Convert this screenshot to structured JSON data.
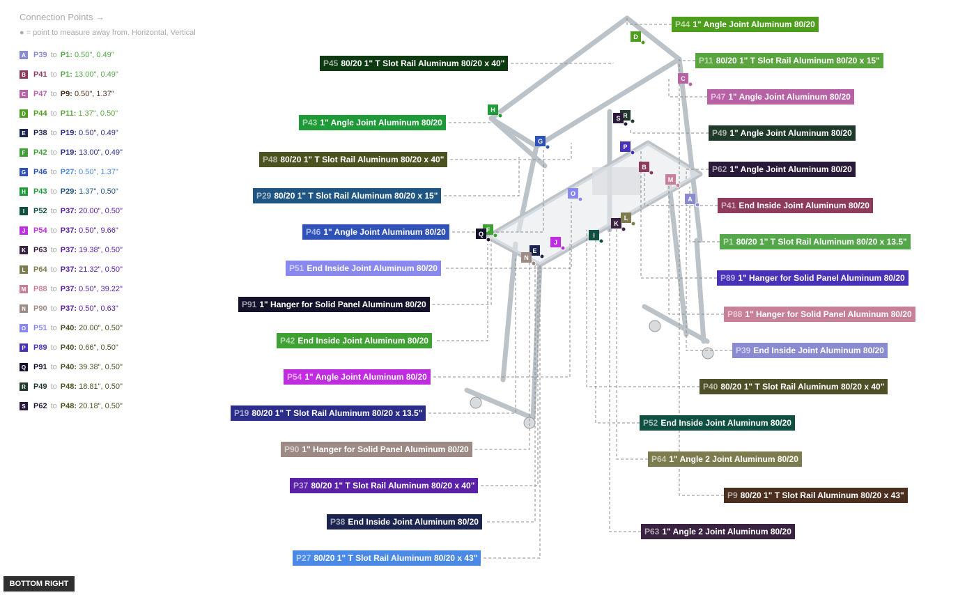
{
  "legend": {
    "title": "Connection Points →",
    "hint": "● = point to measure away from. Horizontal, Vertical",
    "rows": [
      {
        "letter": "A",
        "from": "P39",
        "to_word": "to",
        "target": "P1:",
        "value": "0.50\", 0.49\"",
        "color": "#8a8ad0",
        "target_color": "#55a84a"
      },
      {
        "letter": "B",
        "from": "P41",
        "to_word": "to",
        "target": "P1:",
        "value": "13.00\", 0.49\"",
        "color": "#8e3a5a",
        "target_color": "#55a84a"
      },
      {
        "letter": "C",
        "from": "P47",
        "to_word": "to",
        "target": "P9:",
        "value": "0.50\", 1.37\"",
        "color": "#b862a6",
        "target_color": "#4b2e1e"
      },
      {
        "letter": "D",
        "from": "P44",
        "to_word": "to",
        "target": "P11:",
        "value": "1.37\", 0.50\"",
        "color": "#4e9e1e",
        "target_color": "#5aa53f"
      },
      {
        "letter": "E",
        "from": "P38",
        "to_word": "to",
        "target": "P19:",
        "value": "0.50\", 0.49\"",
        "color": "#1c2550",
        "target_color": "#2a2e8a"
      },
      {
        "letter": "F",
        "from": "P42",
        "to_word": "to",
        "target": "P19:",
        "value": "13.00\", 0.49\"",
        "color": "#3fa033",
        "target_color": "#2a2e8a"
      },
      {
        "letter": "G",
        "from": "P46",
        "to_word": "to",
        "target": "P27:",
        "value": "0.50\", 1.37\"",
        "color": "#2e52b8",
        "target_color": "#4a8ae6"
      },
      {
        "letter": "H",
        "from": "P43",
        "to_word": "to",
        "target": "P29:",
        "value": "1.37\", 0.50\"",
        "color": "#1f9a38",
        "target_color": "#1e5582"
      },
      {
        "letter": "I",
        "from": "P52",
        "to_word": "to",
        "target": "P37:",
        "value": "20.00\", 0.50\"",
        "color": "#0f5040",
        "target_color": "#5a20a8"
      },
      {
        "letter": "J",
        "from": "P54",
        "to_word": "to",
        "target": "P37:",
        "value": "0.50\", 9.66\"",
        "color": "#c02ce0",
        "target_color": "#5a20a8"
      },
      {
        "letter": "K",
        "from": "P63",
        "to_word": "to",
        "target": "P37:",
        "value": "19.38\", 0.50\"",
        "color": "#3a2340",
        "target_color": "#5a20a8"
      },
      {
        "letter": "L",
        "from": "P64",
        "to_word": "to",
        "target": "P37:",
        "value": "21.32\", 0.50\"",
        "color": "#7c7c4e",
        "target_color": "#5a20a8"
      },
      {
        "letter": "M",
        "from": "P88",
        "to_word": "to",
        "target": "P37:",
        "value": "0.50\", 39.22\"",
        "color": "#c88098",
        "target_color": "#5a20a8"
      },
      {
        "letter": "N",
        "from": "P90",
        "to_word": "to",
        "target": "P37:",
        "value": "0.50\", 0.63\"",
        "color": "#9e8a84",
        "target_color": "#5a20a8"
      },
      {
        "letter": "O",
        "from": "P51",
        "to_word": "to",
        "target": "P40:",
        "value": "20.00\", 0.50\"",
        "color": "#8888ee",
        "target_color": "#4e5028"
      },
      {
        "letter": "P",
        "from": "P89",
        "to_word": "to",
        "target": "P40:",
        "value": "0.66\", 0.50\"",
        "color": "#4a32b8",
        "target_color": "#4e5028"
      },
      {
        "letter": "Q",
        "from": "P91",
        "to_word": "to",
        "target": "P40:",
        "value": "39.38\", 0.50\"",
        "color": "#14122a",
        "target_color": "#4e5028"
      },
      {
        "letter": "R",
        "from": "P49",
        "to_word": "to",
        "target": "P48:",
        "value": "18.81\", 0.50\"",
        "color": "#1f3a2a",
        "target_color": "#4c5220"
      },
      {
        "letter": "S",
        "from": "P62",
        "to_word": "to",
        "target": "P48:",
        "value": "20.18\", 0.50\"",
        "color": "#2a1a3a",
        "target_color": "#4c5220"
      }
    ]
  },
  "parts": [
    {
      "id": "P44",
      "name": "1\" Angle Joint Aluminum 80/20",
      "color": "#4e9e1e"
    },
    {
      "id": "P45",
      "name": "80/20 1\" T Slot Rail Aluminum 80/20 x 40\"",
      "color": "#0e3a12"
    },
    {
      "id": "P11",
      "name": "80/20 1\" T Slot Rail Aluminum 80/20 x 15\"",
      "color": "#5aa53f"
    },
    {
      "id": "P47",
      "name": "1\" Angle Joint Aluminum 80/20",
      "color": "#b862a6"
    },
    {
      "id": "P43",
      "name": "1\" Angle Joint Aluminum 80/20",
      "color": "#1f9a38"
    },
    {
      "id": "P49",
      "name": "1\" Angle Joint Aluminum 80/20",
      "color": "#1f3a2a"
    },
    {
      "id": "P48",
      "name": "80/20 1\" T Slot Rail Aluminum 80/20 x 40\"",
      "color": "#4c5220"
    },
    {
      "id": "P62",
      "name": "1\" Angle Joint Aluminum 80/20",
      "color": "#2a1a3a"
    },
    {
      "id": "P29",
      "name": "80/20 1\" T Slot Rail Aluminum 80/20 x 15\"",
      "color": "#1e5582"
    },
    {
      "id": "P41",
      "name": "End Inside Joint  Aluminum 80/20",
      "color": "#8e3a5a"
    },
    {
      "id": "P46",
      "name": "1\" Angle Joint Aluminum 80/20",
      "color": "#2e52b8"
    },
    {
      "id": "P1",
      "name": "80/20 1\" T Slot Rail Aluminum 80/20 x 13.5\"",
      "color": "#55a84a"
    },
    {
      "id": "P51",
      "name": "End Inside Joint  Aluminum 80/20",
      "color": "#8888ee"
    },
    {
      "id": "P89",
      "name": "1\" Hanger for Solid Panel Aluminum 80/20",
      "color": "#4a32b8"
    },
    {
      "id": "P91",
      "name": "1\" Hanger for Solid Panel Aluminum 80/20",
      "color": "#14122a"
    },
    {
      "id": "P88",
      "name": "1\" Hanger for Solid Panel Aluminum 80/20",
      "color": "#c88098"
    },
    {
      "id": "P42",
      "name": "End Inside Joint  Aluminum 80/20",
      "color": "#3fa033"
    },
    {
      "id": "P39",
      "name": "End Inside Joint  Aluminum 80/20",
      "color": "#8a8ad0"
    },
    {
      "id": "P54",
      "name": "1\" Angle Joint Aluminum 80/20",
      "color": "#c02ce0"
    },
    {
      "id": "P40",
      "name": "80/20 1\" T Slot Rail Aluminum 80/20 x 40\"",
      "color": "#4e5028"
    },
    {
      "id": "P19",
      "name": "80/20 1\" T Slot Rail Aluminum 80/20 x 13.5\"",
      "color": "#2a2e8a"
    },
    {
      "id": "P52",
      "name": "End Inside Joint  Aluminum 80/20",
      "color": "#0f5040"
    },
    {
      "id": "P90",
      "name": "1\" Hanger for Solid Panel Aluminum 80/20",
      "color": "#9e8a84"
    },
    {
      "id": "P64",
      "name": "1\" Angle 2 Joint Aluminum 80/20",
      "color": "#7c7c4e"
    },
    {
      "id": "P37",
      "name": "80/20 1\" T Slot Rail Aluminum 80/20 x 40\"",
      "color": "#5a20a8"
    },
    {
      "id": "P9",
      "name": "80/20 1\" T Slot Rail Aluminum 80/20 x 43\"",
      "color": "#4b2e1e"
    },
    {
      "id": "P38",
      "name": "End Inside Joint  Aluminum 80/20",
      "color": "#1c2550"
    },
    {
      "id": "P63",
      "name": "1\" Angle 2 Joint Aluminum 80/20",
      "color": "#3a2340"
    },
    {
      "id": "P27",
      "name": "80/20 1\" T Slot Rail Aluminum 80/20 x 43\"",
      "color": "#4a8ae6"
    }
  ],
  "view_button": "BOTTOM RIGHT"
}
